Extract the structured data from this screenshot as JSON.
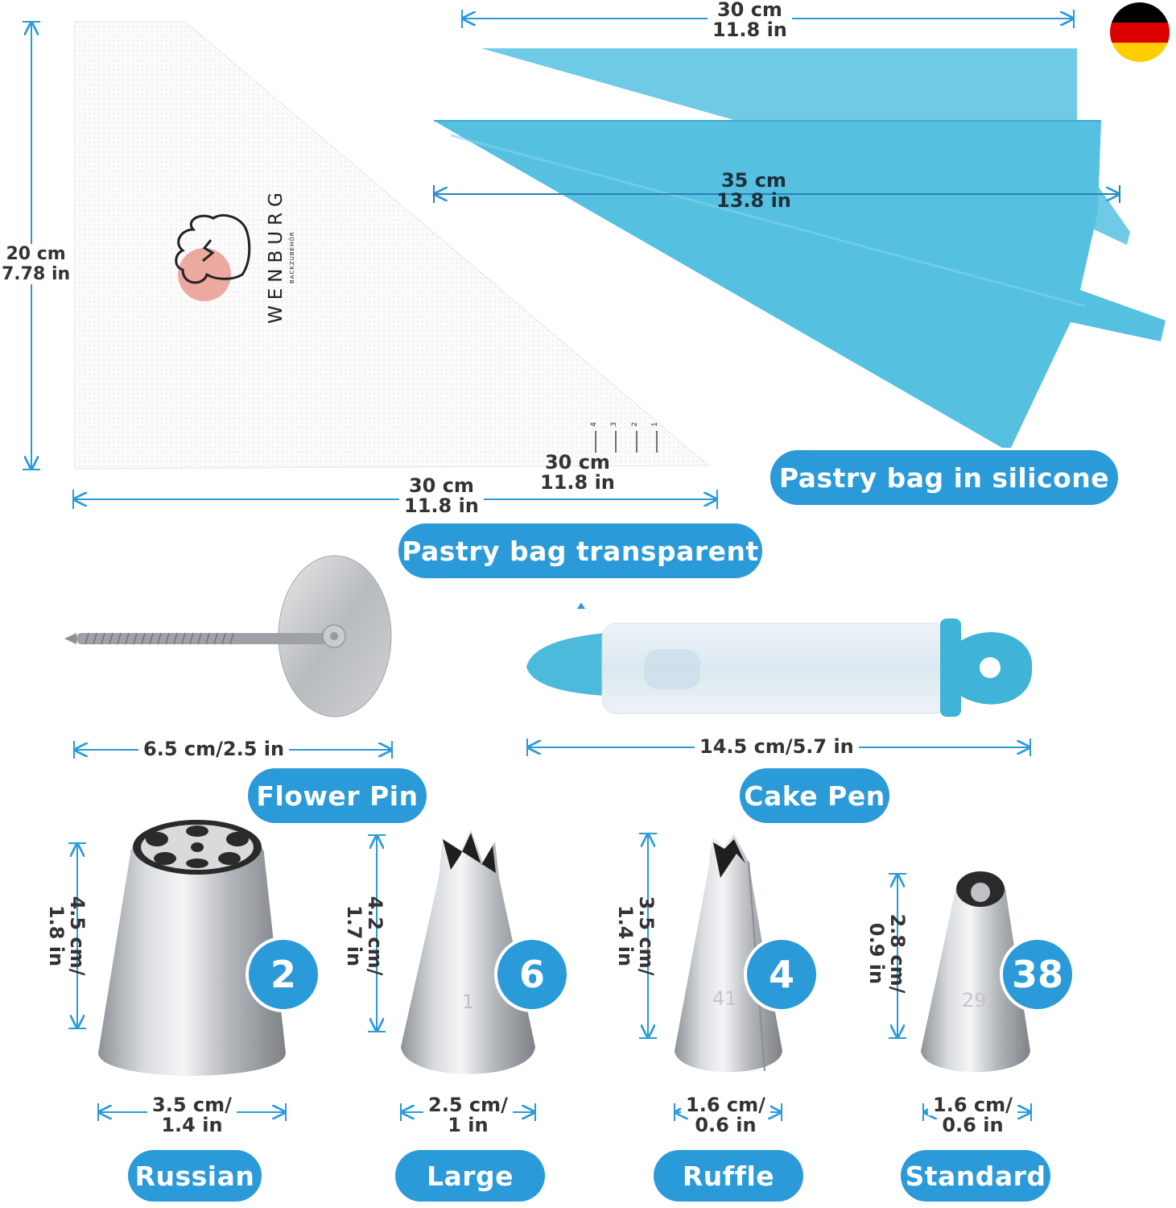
{
  "brand": {
    "name": "WENBURG",
    "tagline": "BACKZUBEHÖR"
  },
  "flag": {
    "colors": [
      "#000000",
      "#dd0000",
      "#ffce00"
    ]
  },
  "colors": {
    "accent": "#2a9ad8",
    "silicone_blue": "#5ec8e4",
    "dimension_line": "#2a9ad8"
  },
  "transparent_bag": {
    "height_cm": "20 cm",
    "height_in": "7.78 in",
    "width_cm": "30 cm",
    "width_in": "11.8 in",
    "cut_cm": "30 cm",
    "cut_in": "11.8 in",
    "cut_marks": [
      "4",
      "3",
      "2",
      "1"
    ],
    "label": "Pastry bag transparent"
  },
  "silicone_bag": {
    "top_cm": "30 cm",
    "top_in": "11.8 in",
    "len_cm": "35 cm",
    "len_in": "13.8 in",
    "label": "Pastry bag in silicone"
  },
  "flower_pin": {
    "size": "6.5 cm/2.5 in",
    "label": "Flower Pin"
  },
  "cake_pen": {
    "size": "14.5 cm/5.7 in",
    "label": "Cake Pen"
  },
  "nozzles": [
    {
      "count": "2",
      "height_a": "4.5 cm/",
      "height_b": "1.8 in",
      "width_a": "3.5 cm/",
      "width_b": "1.4 in",
      "label": "Russian"
    },
    {
      "count": "6",
      "height_a": "4.2 cm/",
      "height_b": "1.7 in",
      "width_a": "2.5 cm/",
      "width_b": "1 in",
      "label": "Large",
      "stamp": "1"
    },
    {
      "count": "4",
      "height_a": "3.5 cm/",
      "height_b": "1.4 in",
      "width_a": "1.6 cm/",
      "width_b": "0.6 in",
      "label": "Ruffle",
      "stamp": "41"
    },
    {
      "count": "38",
      "height_a": "2.8 cm/",
      "height_b": "0.9 in",
      "width_a": "1.6 cm/",
      "width_b": "0.6 in",
      "label": "Standard",
      "stamp": "29"
    }
  ]
}
